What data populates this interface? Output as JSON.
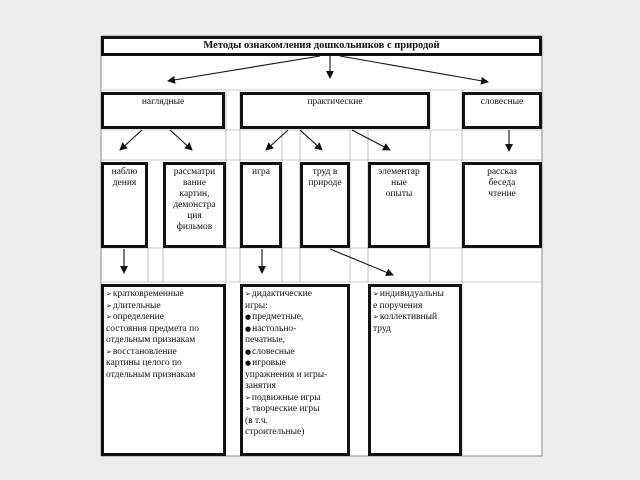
{
  "title": "Методы ознакомления дошкольников с природой",
  "groups": {
    "visual": "наглядные",
    "practical": "практические",
    "verbal": "словесные"
  },
  "methods": {
    "observation": [
      "наблю",
      "дения"
    ],
    "viewing": [
      "рассматри",
      "вание",
      "картин,",
      "демонстра",
      "ция",
      "фильмов"
    ],
    "game": [
      "игра"
    ],
    "labor": [
      "труд в",
      "природе"
    ],
    "experiments": [
      "элементар",
      "ные",
      "опыты"
    ],
    "verbal": [
      "рассказ",
      "беседа",
      "чтение"
    ]
  },
  "details": {
    "observation_list": [
      {
        "marker": "check",
        "text": "кратковременные"
      },
      {
        "marker": "check",
        "text": "длительные"
      },
      {
        "marker": "check",
        "text": "определение"
      },
      {
        "marker": "none",
        "text": "состояния  предмета по"
      },
      {
        "marker": "none",
        "text": "отдельным признакам"
      },
      {
        "marker": "check",
        "text": "восстановление"
      },
      {
        "marker": "none",
        "text": "картины целого по"
      },
      {
        "marker": "none",
        "text": "отдельным признакам"
      }
    ],
    "game_list": [
      {
        "marker": "check",
        "text": "дидактические"
      },
      {
        "marker": "none",
        "text": "игры:"
      },
      {
        "marker": "dot",
        "text": "предметные,"
      },
      {
        "marker": "dot",
        "text": "настольно-"
      },
      {
        "marker": "none",
        "text": "печатные,"
      },
      {
        "marker": "dot",
        "text": "словесные"
      },
      {
        "marker": "dot",
        "text": "игровые"
      },
      {
        "marker": "none",
        "text": "упражнения и игры-"
      },
      {
        "marker": "none",
        "text": "занятия"
      },
      {
        "marker": "check",
        "text": "подвижные игры"
      },
      {
        "marker": "check",
        "text": "творческие игры"
      },
      {
        "marker": "none",
        "text": "(в т.ч."
      },
      {
        "marker": "none",
        "text": "строительные)"
      }
    ],
    "labor_list": [
      {
        "marker": "check",
        "text": "индивидуальны"
      },
      {
        "marker": "none",
        "text": "е поручения"
      },
      {
        "marker": "check",
        "text": "коллективный"
      },
      {
        "marker": "none",
        "text": "труд"
      }
    ]
  }
}
